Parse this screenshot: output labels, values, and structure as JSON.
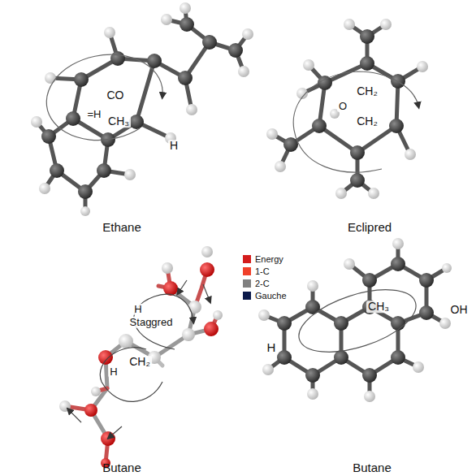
{
  "diagram": {
    "labels": [
      "CO",
      "=H",
      "CH₃",
      "H",
      "Ethane",
      "CH₂",
      "O",
      "CH₂",
      "Eclipred",
      "H",
      "Staggred",
      "CH₂",
      "H",
      "Butane",
      "CH₃",
      "OH",
      "H",
      "Butane"
    ],
    "legend": [
      {
        "text": "Energy",
        "color": "#d41c1c"
      },
      {
        "text": "1-C",
        "color": "#f0402a"
      },
      {
        "text": "2-C",
        "color": "#808080"
      },
      {
        "text": "Gauche",
        "color": "#0b1a4a"
      }
    ]
  }
}
